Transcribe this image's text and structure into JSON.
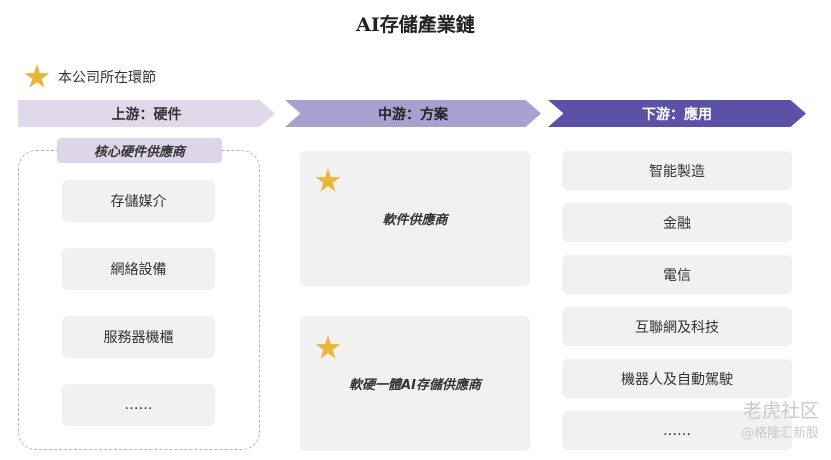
{
  "title": "AI存儲產業鏈",
  "legend": {
    "icon": "star-icon",
    "label": "本公司所在環節",
    "star_color": "#e9b53a"
  },
  "stages": [
    {
      "label": "上游：硬件",
      "color": "#e0d9ec"
    },
    {
      "label": "中游：方案",
      "color": "#a9a0cf"
    },
    {
      "label": "下游：應用",
      "color": "#5b52a8"
    }
  ],
  "upstream": {
    "group_label": "核心硬件供應商",
    "items": [
      "存儲媒介",
      "網絡設備",
      "服務器機櫃",
      "……"
    ]
  },
  "midstream": {
    "items": [
      "軟件供應商",
      "軟硬一體AI存儲供應商"
    ]
  },
  "downstream": {
    "items": [
      "智能製造",
      "金融",
      "電信",
      "互聯網及科技",
      "機器人及自動駕駛",
      "……"
    ]
  },
  "watermark": {
    "line1": "老虎社区",
    "line2": "@格隆汇新股"
  }
}
